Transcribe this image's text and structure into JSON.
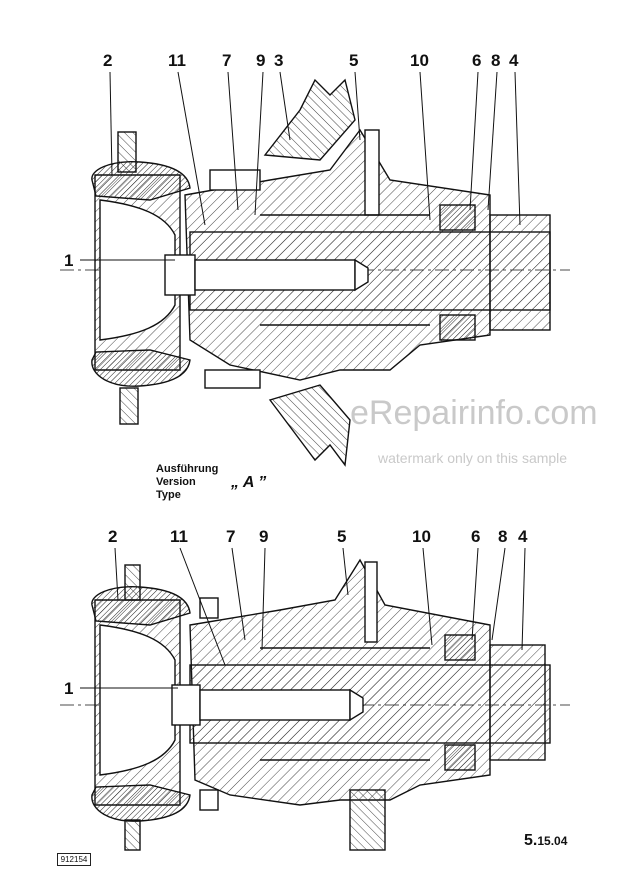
{
  "top_drawing": {
    "labels": [
      "2",
      "11",
      "7",
      "9",
      "3",
      "5",
      "10",
      "6",
      "8",
      "4",
      "1"
    ]
  },
  "bottom_drawing": {
    "labels": [
      "2",
      "11",
      "7",
      "9",
      "5",
      "10",
      "6",
      "8",
      "4",
      "1"
    ]
  },
  "caption": {
    "line1": "Ausführung",
    "line2": "Version",
    "line3": "Type",
    "variant": "„ A ”"
  },
  "watermark": {
    "main": "eRepairinfo.com",
    "sub": "watermark only on this sample"
  },
  "page_number": {
    "main": "5.",
    "sub": "15.04"
  },
  "drawing_number": "912154",
  "colors": {
    "ink": "#111111",
    "hatch": "#444444",
    "watermark": "#c9c9c9"
  }
}
